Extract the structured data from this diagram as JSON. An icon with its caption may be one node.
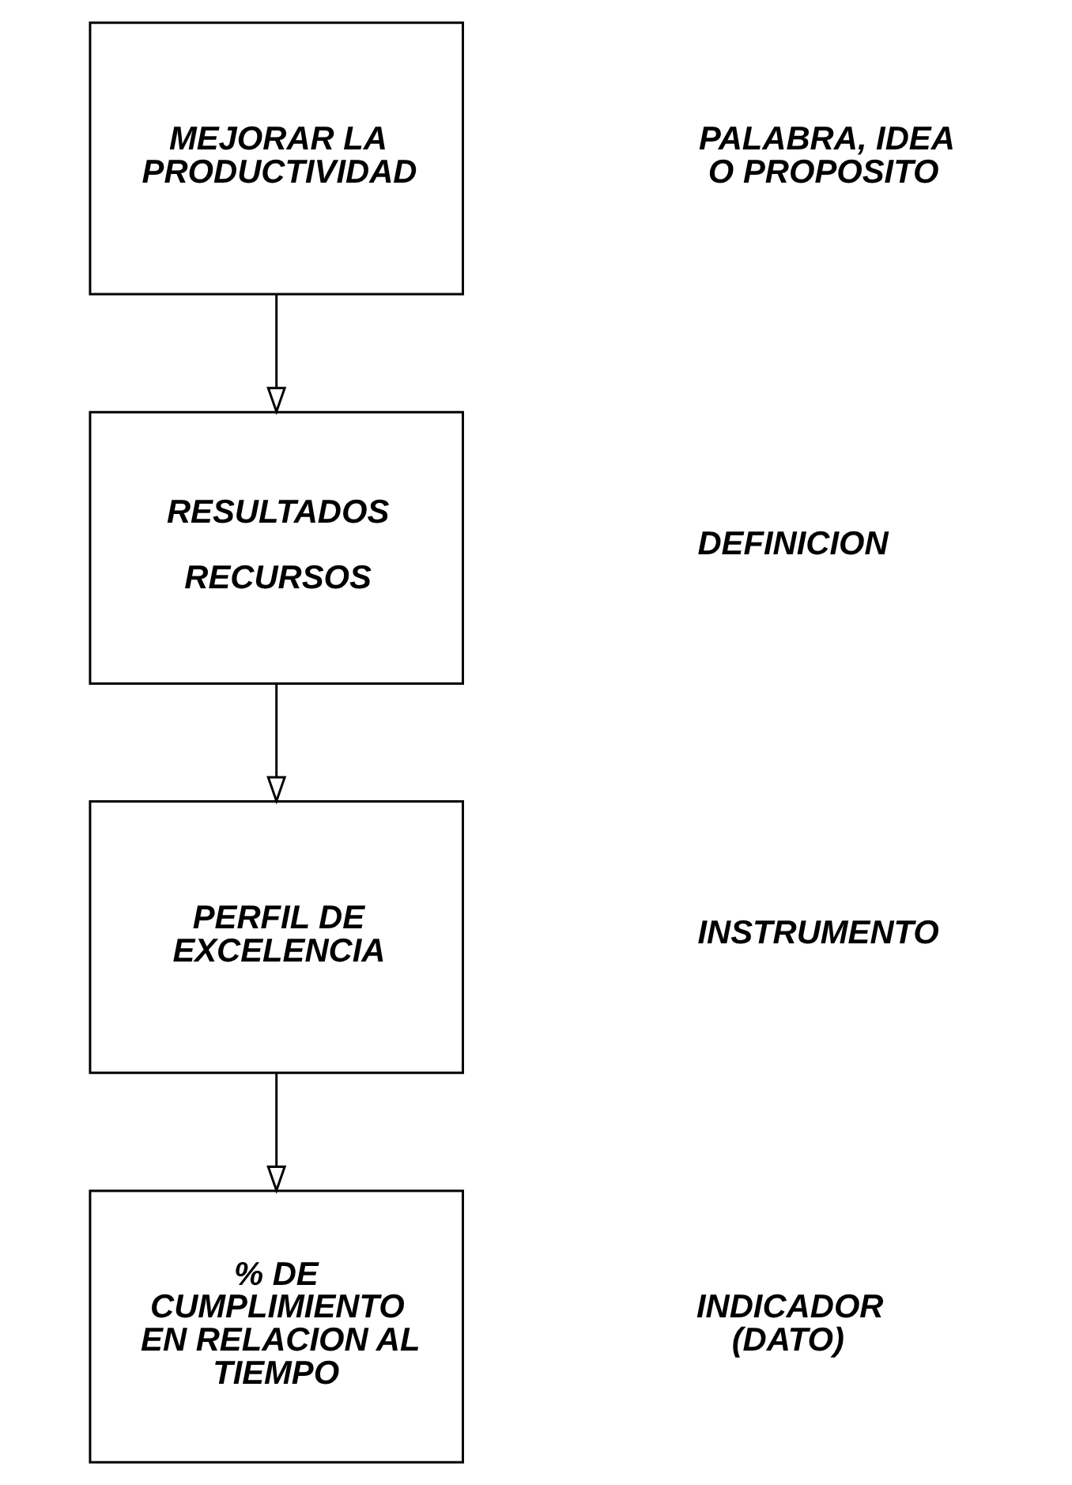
{
  "diagram": {
    "nodes": [
      {
        "text": [
          "MEJORAR LA PRODUCTIVIDAD"
        ]
      },
      {
        "text": [
          "RESULTADOS",
          "RECURSOS"
        ]
      },
      {
        "text": [
          "PERFIL DE EXCELENCIA"
        ]
      },
      {
        "text": [
          "% DE CUMPLIMIENTO EN RELACION AL TIEMPO"
        ]
      }
    ],
    "edges": [
      {
        "from": 0,
        "to": 1,
        "arrow": "to"
      },
      {
        "from": 1,
        "to": 2,
        "arrow": "to"
      },
      {
        "from": 2,
        "to": 3,
        "arrow": "to"
      }
    ],
    "labels": [
      "PALABRA, IDEA O PROPOSITO",
      "DEFINICION",
      "INSTRUMENTO",
      "INDICADOR (DATO)"
    ]
  }
}
